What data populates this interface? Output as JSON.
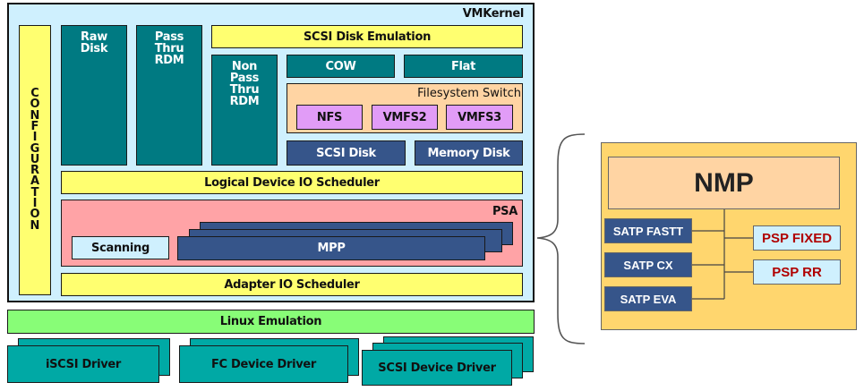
{
  "vmkernel": {
    "title": "VMKernel",
    "configuration": "CONFIGURATION",
    "raw_disk": "Raw\nDisk",
    "pass_thru_rdm": "Pass\nThru\nRDM",
    "non_pass_thru_rdm": "Non\nPass\nThru\nRDM",
    "scsi_disk_emulation": "SCSI Disk Emulation",
    "cow": "COW",
    "flat": "Flat",
    "filesystem_switch": {
      "title": "Filesystem Switch",
      "items": [
        "NFS",
        "VMFS2",
        "VMFS3"
      ]
    },
    "scsi_disk": "SCSI Disk",
    "memory_disk": "Memory Disk",
    "logical_device_io_scheduler": "Logical Device IO Scheduler",
    "psa": {
      "title": "PSA",
      "scanning": "Scanning",
      "mpp": "MPP"
    },
    "adapter_io_scheduler": "Adapter IO Scheduler"
  },
  "linux_emulation": "Linux Emulation",
  "drivers": [
    "iSCSI Driver",
    "FC Device Driver",
    "SCSI Device Driver"
  ],
  "nmp": {
    "title": "NMP",
    "satp": [
      "SATP FASTT",
      "SATP CX",
      "SATP EVA"
    ],
    "psp": [
      "PSP FIXED",
      "PSP RR"
    ]
  },
  "colors": {
    "teal": "#007a82",
    "teal_light": "#00a9a5",
    "yellow": "#ffff70",
    "navy": "#36558a",
    "violet": "#e19cf7",
    "peach": "#ffd4a3",
    "light_blue": "#cff0fe",
    "pink": "#ffa3a6",
    "green": "#88fd77",
    "nmp_background": "#ffd66e",
    "psp_text": "#b00000"
  }
}
